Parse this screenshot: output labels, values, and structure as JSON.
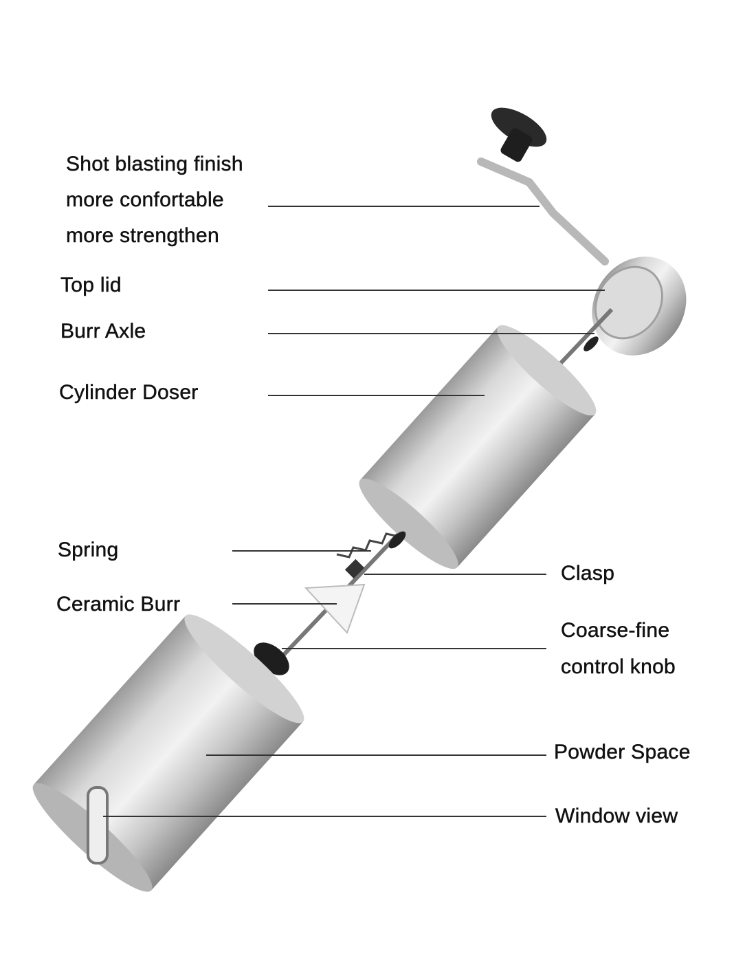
{
  "labels": {
    "handle": [
      "Shot blasting finish",
      "more confortable",
      "more strengthen"
    ],
    "top_lid": "Top lid",
    "burr_axle": "Burr Axle",
    "cylinder_doser": "Cylinder Doser",
    "spring": "Spring",
    "ceramic_burr": "Ceramic Burr",
    "clasp": "Clasp",
    "control_knob": [
      "Coarse-fine",
      "control knob"
    ],
    "powder_space": "Powder Space",
    "window_view": "Window view"
  },
  "colors": {
    "steel_light": "#e6e6e6",
    "steel_dark": "#8a8a8a",
    "knob": "#2a2a2a",
    "leader_line": "#333333"
  }
}
